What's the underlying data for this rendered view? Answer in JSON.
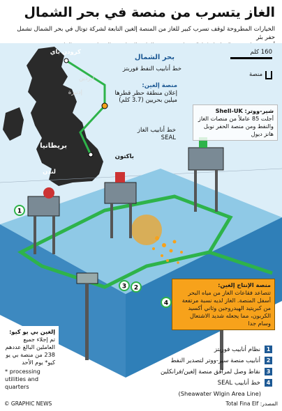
{
  "title": "الغاز يتسرب من منصة في بحر الشمال",
  "subtitle_lines": [
    "الخيارات المطروحة لوقف تسرب كبير للغاز من المنصة إلغين التابعة لشركة توتال في بحر الشمال تشمل حفر بئر",
    "أو تنفيذ ما يسمى \"ديناميك كيل\" - عبارة عن ضخ الطين الثقيل في البئر لمنع تدفق الغاز"
  ],
  "map": {
    "sea_label": "بحر الشمال",
    "st_fergus": "كرودن باي",
    "aberdeen": "أبردين",
    "edinburgh": "إدنبرة",
    "britain": "بريطانيا",
    "london": "لندن",
    "bacton": "باكتون",
    "fulmar_pipeline": "خط أنابيب النفط فوربتز",
    "elgin_title": "منصة إلغين:",
    "elgin_text": "إعلان منطقة حظر قطرها ميلين بحريين (3.7 كلم)",
    "seal_pipeline": "خط أنابيب الغاز SEAL",
    "scale_label": "160 كلم",
    "platform_legend": "منصة"
  },
  "shell": {
    "title": "شير-ووتر:",
    "brand": "Shell-UK",
    "text": "أجلت 85 عاملاً من منصات الغاز والنفط ومن منصة الحفر نوبل هانز ديول"
  },
  "production": {
    "title": "منصة الإنتاج إلغين:",
    "text": "تتصاعد فقاعات الغاز من مياه البحر أسفل المنصة. الغاز لديه نسبة مرتفعة من كبريتيد الهيدروجين وثاني أكسيد الكربون، مما يجعله شديد الاشتعال وسام جدا"
  },
  "elgin_puq": {
    "title": "إلغين بي يو كيو:",
    "text": "تم إجلاء جميع العاملين البالغ عددهم 238 من منصة بي يو كيو* يوم الأحد",
    "note": "* processing utilities and quarters"
  },
  "legend": [
    {
      "n": "1",
      "label": "نظام أنابيب فوربتز"
    },
    {
      "n": "2",
      "label": "أنابيب منصة سير-ووتر لتصدير النفط"
    },
    {
      "n": "3",
      "label": "نقاط وصل لمرافق منصة إلغين/فرانكلين"
    },
    {
      "n": "4",
      "label": "خط أنابيب SEAL"
    }
  ],
  "legend_extra": "(Sheawater Wlgin Area Line)",
  "source": "المصدر: Total Fina Elf",
  "credit": "© GRAPHIC NEWS",
  "arrow_numbers": [
    "1",
    "2",
    "3",
    "4"
  ],
  "colors": {
    "sea": "#8fc9e6",
    "deep": "#2f7fb8",
    "land": "#2a2a2a",
    "pipe": "#2eb34a",
    "orange": "#f7a21b",
    "accent": "#1e5a95"
  }
}
